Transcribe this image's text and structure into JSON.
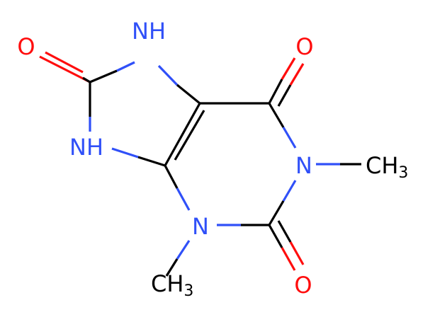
{
  "molecule": {
    "atoms": {
      "o8": "O",
      "n7": "NH",
      "n9": "NH",
      "o6": "O",
      "n1": "N",
      "me1": "CH",
      "me1_sub": "3",
      "n3": "N",
      "me3": "CH",
      "me3_sub": "3",
      "o2": "O"
    },
    "colors": {
      "carbon_bond": "#000000",
      "nitrogen": "#3050F8",
      "oxygen": "#FF0D0D"
    }
  }
}
